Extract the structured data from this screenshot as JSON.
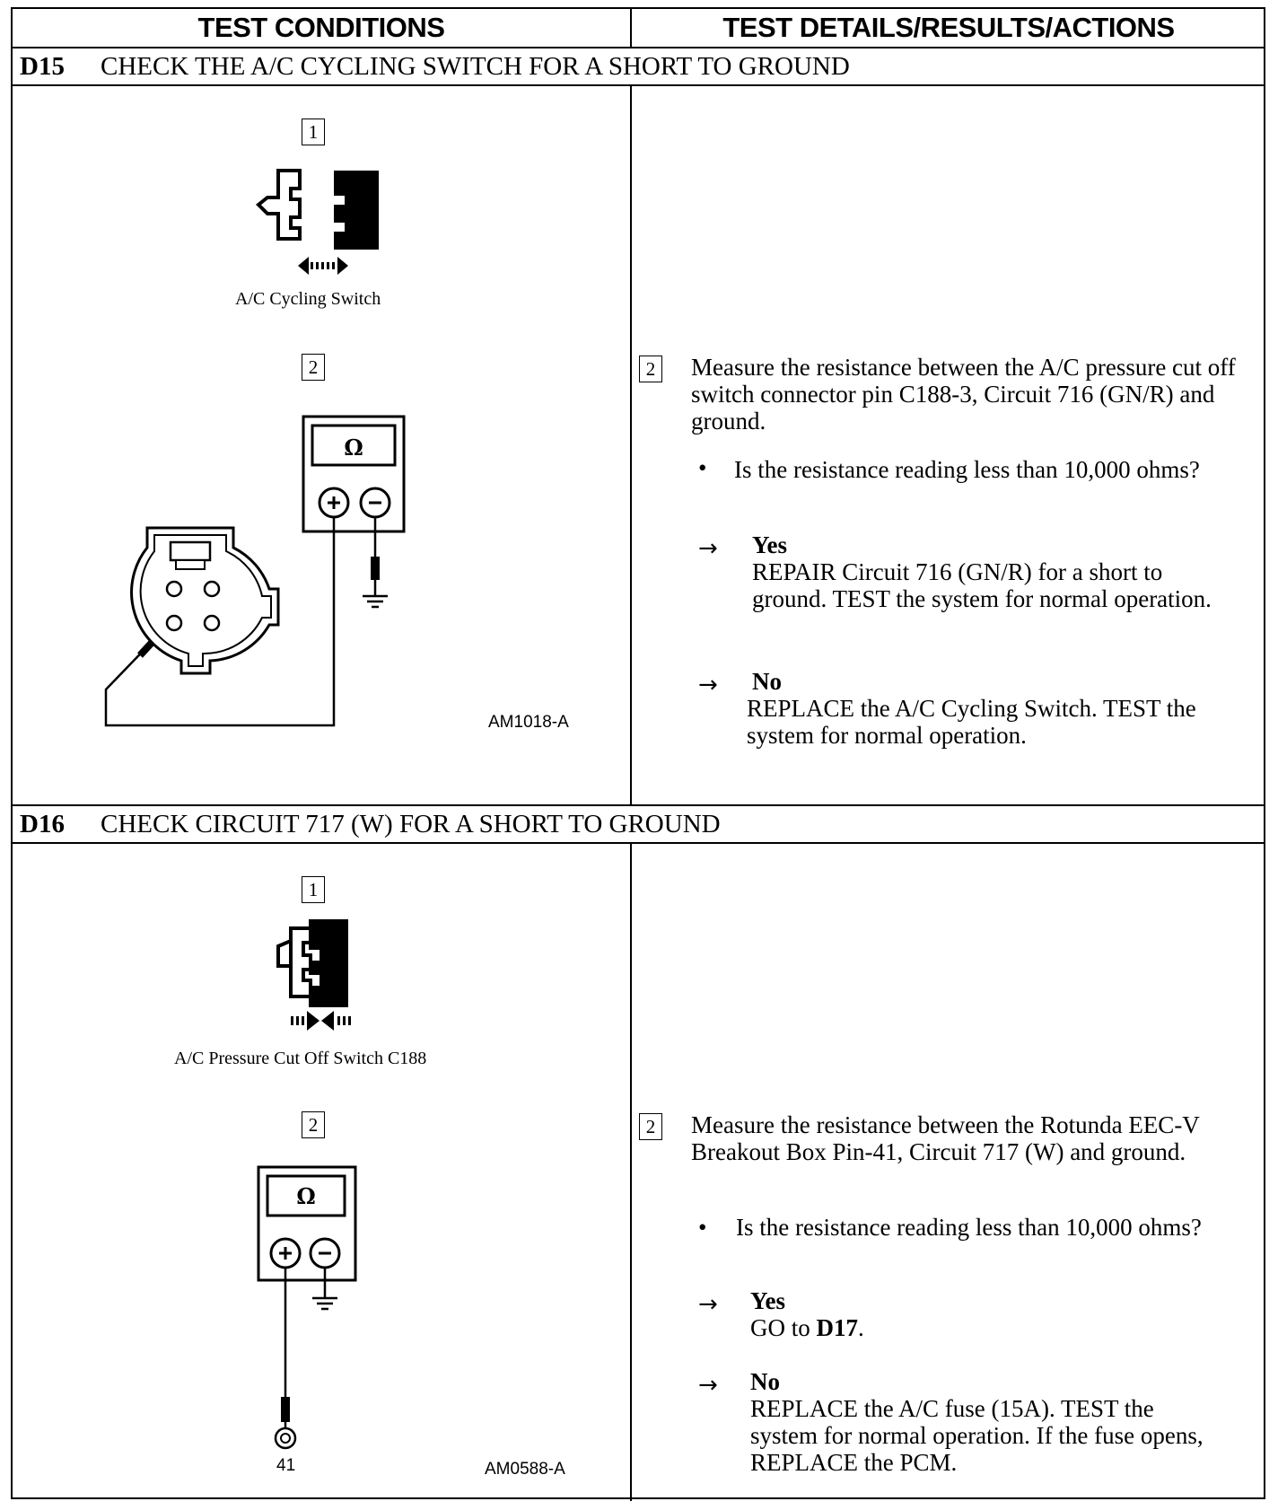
{
  "header": {
    "left": "TEST CONDITIONS",
    "right": "TEST DETAILS/RESULTS/ACTIONS"
  },
  "d15": {
    "id": "D15",
    "title": "CHECK THE A/C CYCLING SWITCH FOR A SHORT TO GROUND",
    "step1_num": "1",
    "step1_caption": "A/C Cycling Switch",
    "step2_num": "2",
    "meter_symbol": "Ω",
    "figure_id": "AM1018-A",
    "detail_num": "2",
    "instruction": "Measure the resistance between the A/C pressure cut off switch connector pin C188-3, Circuit 716 (GN/R) and ground.",
    "question": "Is the resistance reading less than 10,000 ohms?",
    "yes_label": "Yes",
    "yes_action": "REPAIR Circuit 716 (GN/R) for a short to ground. TEST the system for normal operation.",
    "no_label": "No",
    "no_action": "REPLACE the A/C Cycling Switch. TEST the system for normal operation."
  },
  "d16": {
    "id": "D16",
    "title": "CHECK CIRCUIT 717 (W) FOR A SHORT TO GROUND",
    "step1_num": "1",
    "step1_caption": "A/C Pressure Cut Off Switch C188",
    "step2_num": "2",
    "meter_symbol": "Ω",
    "pin_label": "41",
    "figure_id": "AM0588-A",
    "detail_num": "2",
    "instruction": "Measure the resistance between the Rotunda EEC-V Breakout Box Pin-41, Circuit 717 (W) and ground.",
    "question": "Is the resistance reading less than 10,000 ohms?",
    "yes_label": "Yes",
    "yes_action_prefix": "GO to ",
    "yes_action_target": "D17",
    "yes_action_suffix": ".",
    "no_label": "No",
    "no_action": "REPLACE the A/C fuse (15A). TEST the system for normal operation. If the fuse opens, REPLACE the PCM."
  }
}
